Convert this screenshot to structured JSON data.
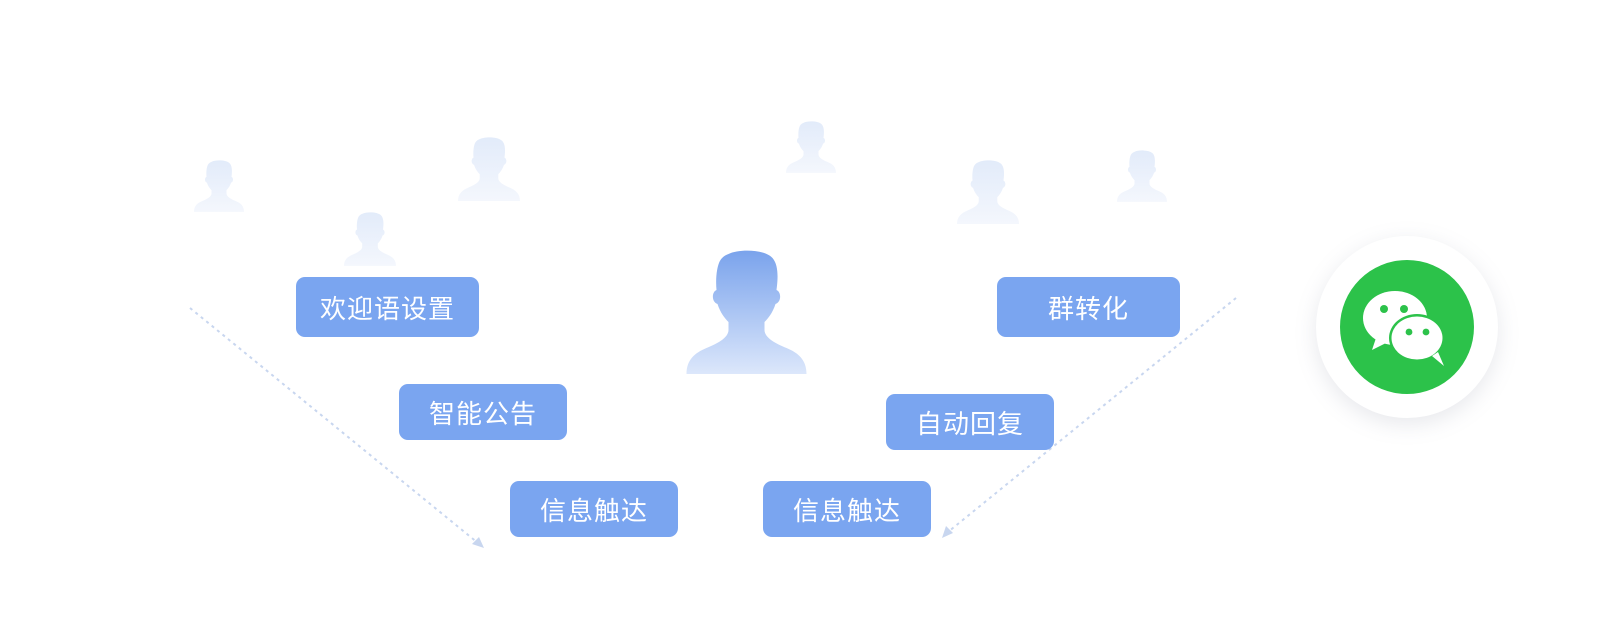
{
  "tags": {
    "welcome": "欢迎语设置",
    "announcement": "智能公告",
    "reach_left": "信息触达",
    "group_convert": "群转化",
    "auto_reply": "自动回复",
    "reach_right": "信息触达"
  },
  "icons": {
    "central_user": "user-silhouette-icon",
    "background_users": "user-silhouette-icon",
    "platform": "wechat-icon"
  },
  "colors": {
    "tag_bg": "#7aa5f0",
    "tag_text": "#ffffff",
    "wechat_green": "#2cc24a",
    "arrow": "#c8d6ef",
    "user_main_top": "#7aa3ec",
    "user_main_bottom": "#dce7fb",
    "user_faint": "#e6eefb"
  }
}
